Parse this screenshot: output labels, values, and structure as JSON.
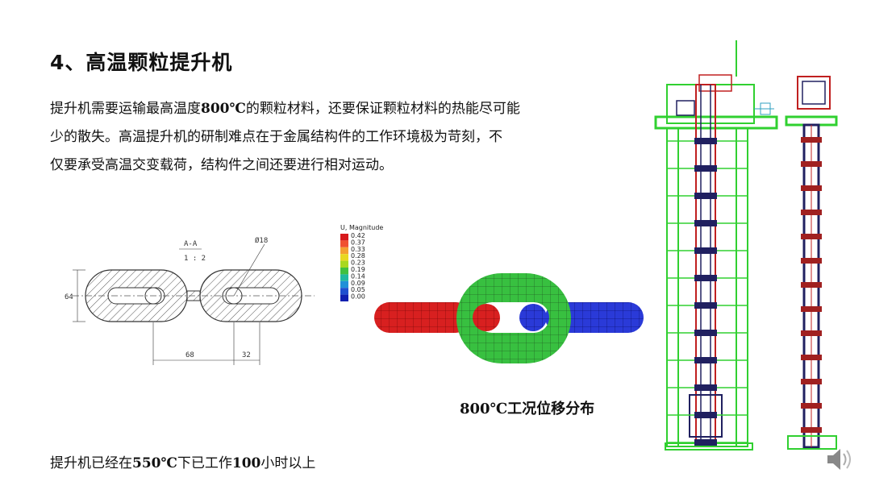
{
  "slide": {
    "title": "4、高温颗粒提升机",
    "paragraph": {
      "line1_a": "提升机需要运输最高温度",
      "line1_b": "800℃",
      "line1_c": "的颗粒材料，还要保证颗粒材料的热能尽可能",
      "line2": "少的散失。高温提升机的研制难点在于金属结构件的工作环境极为苛刻，不",
      "line3": "仅要承受高温交变载荷，结构件之间还要进行相对运动。"
    },
    "caption": "800℃工况位移分布",
    "footer": {
      "a": "提升机已经在",
      "b": "550℃",
      "c": "下已工作",
      "d": "100",
      "e": "小时以上"
    }
  },
  "drawing": {
    "section_label": "A-A",
    "scale_label": "1 : 2",
    "diameter_label": "Ø18",
    "height_label": "64",
    "pitch_label": "68",
    "width_label": "32"
  },
  "legend": {
    "title": "U, Magnitude",
    "values": [
      "0.42",
      "0.37",
      "0.33",
      "0.28",
      "0.23",
      "0.19",
      "0.14",
      "0.09",
      "0.05",
      "0.00"
    ],
    "colors": [
      "#d7191c",
      "#f05030",
      "#f4a030",
      "#e8d820",
      "#a8d820",
      "#40c040",
      "#20b8a0",
      "#2090d8",
      "#2050d0",
      "#1020b0"
    ]
  },
  "icons": {
    "speaker": "speaker-icon"
  }
}
